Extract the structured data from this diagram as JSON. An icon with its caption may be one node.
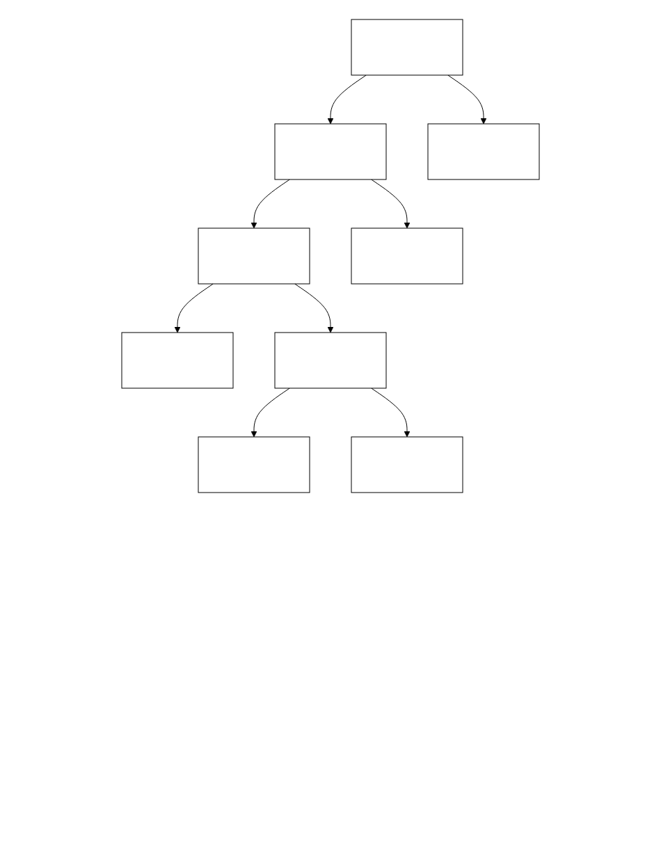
{
  "diagram": {
    "nodes": [
      {
        "text": [],
        "shape": "box"
      },
      {
        "text": [],
        "shape": "box"
      },
      {
        "text": [],
        "shape": "box"
      },
      {
        "text": [],
        "shape": "box"
      },
      {
        "text": [],
        "shape": "box"
      },
      {
        "text": [],
        "shape": "box"
      },
      {
        "text": [],
        "shape": "box"
      },
      {
        "text": [],
        "shape": "box"
      },
      {
        "text": [],
        "shape": "box"
      }
    ],
    "edges": [
      {
        "from": 0,
        "to": 1,
        "arrow": "to"
      },
      {
        "from": 0,
        "to": 2,
        "arrow": "to"
      },
      {
        "from": 1,
        "to": 3,
        "arrow": "to"
      },
      {
        "from": 1,
        "to": 4,
        "arrow": "to"
      },
      {
        "from": 3,
        "to": 5,
        "arrow": "to"
      },
      {
        "from": 3,
        "to": 6,
        "arrow": "to"
      },
      {
        "from": 6,
        "to": 7,
        "arrow": "to"
      },
      {
        "from": 6,
        "to": 8,
        "arrow": "to"
      }
    ]
  }
}
